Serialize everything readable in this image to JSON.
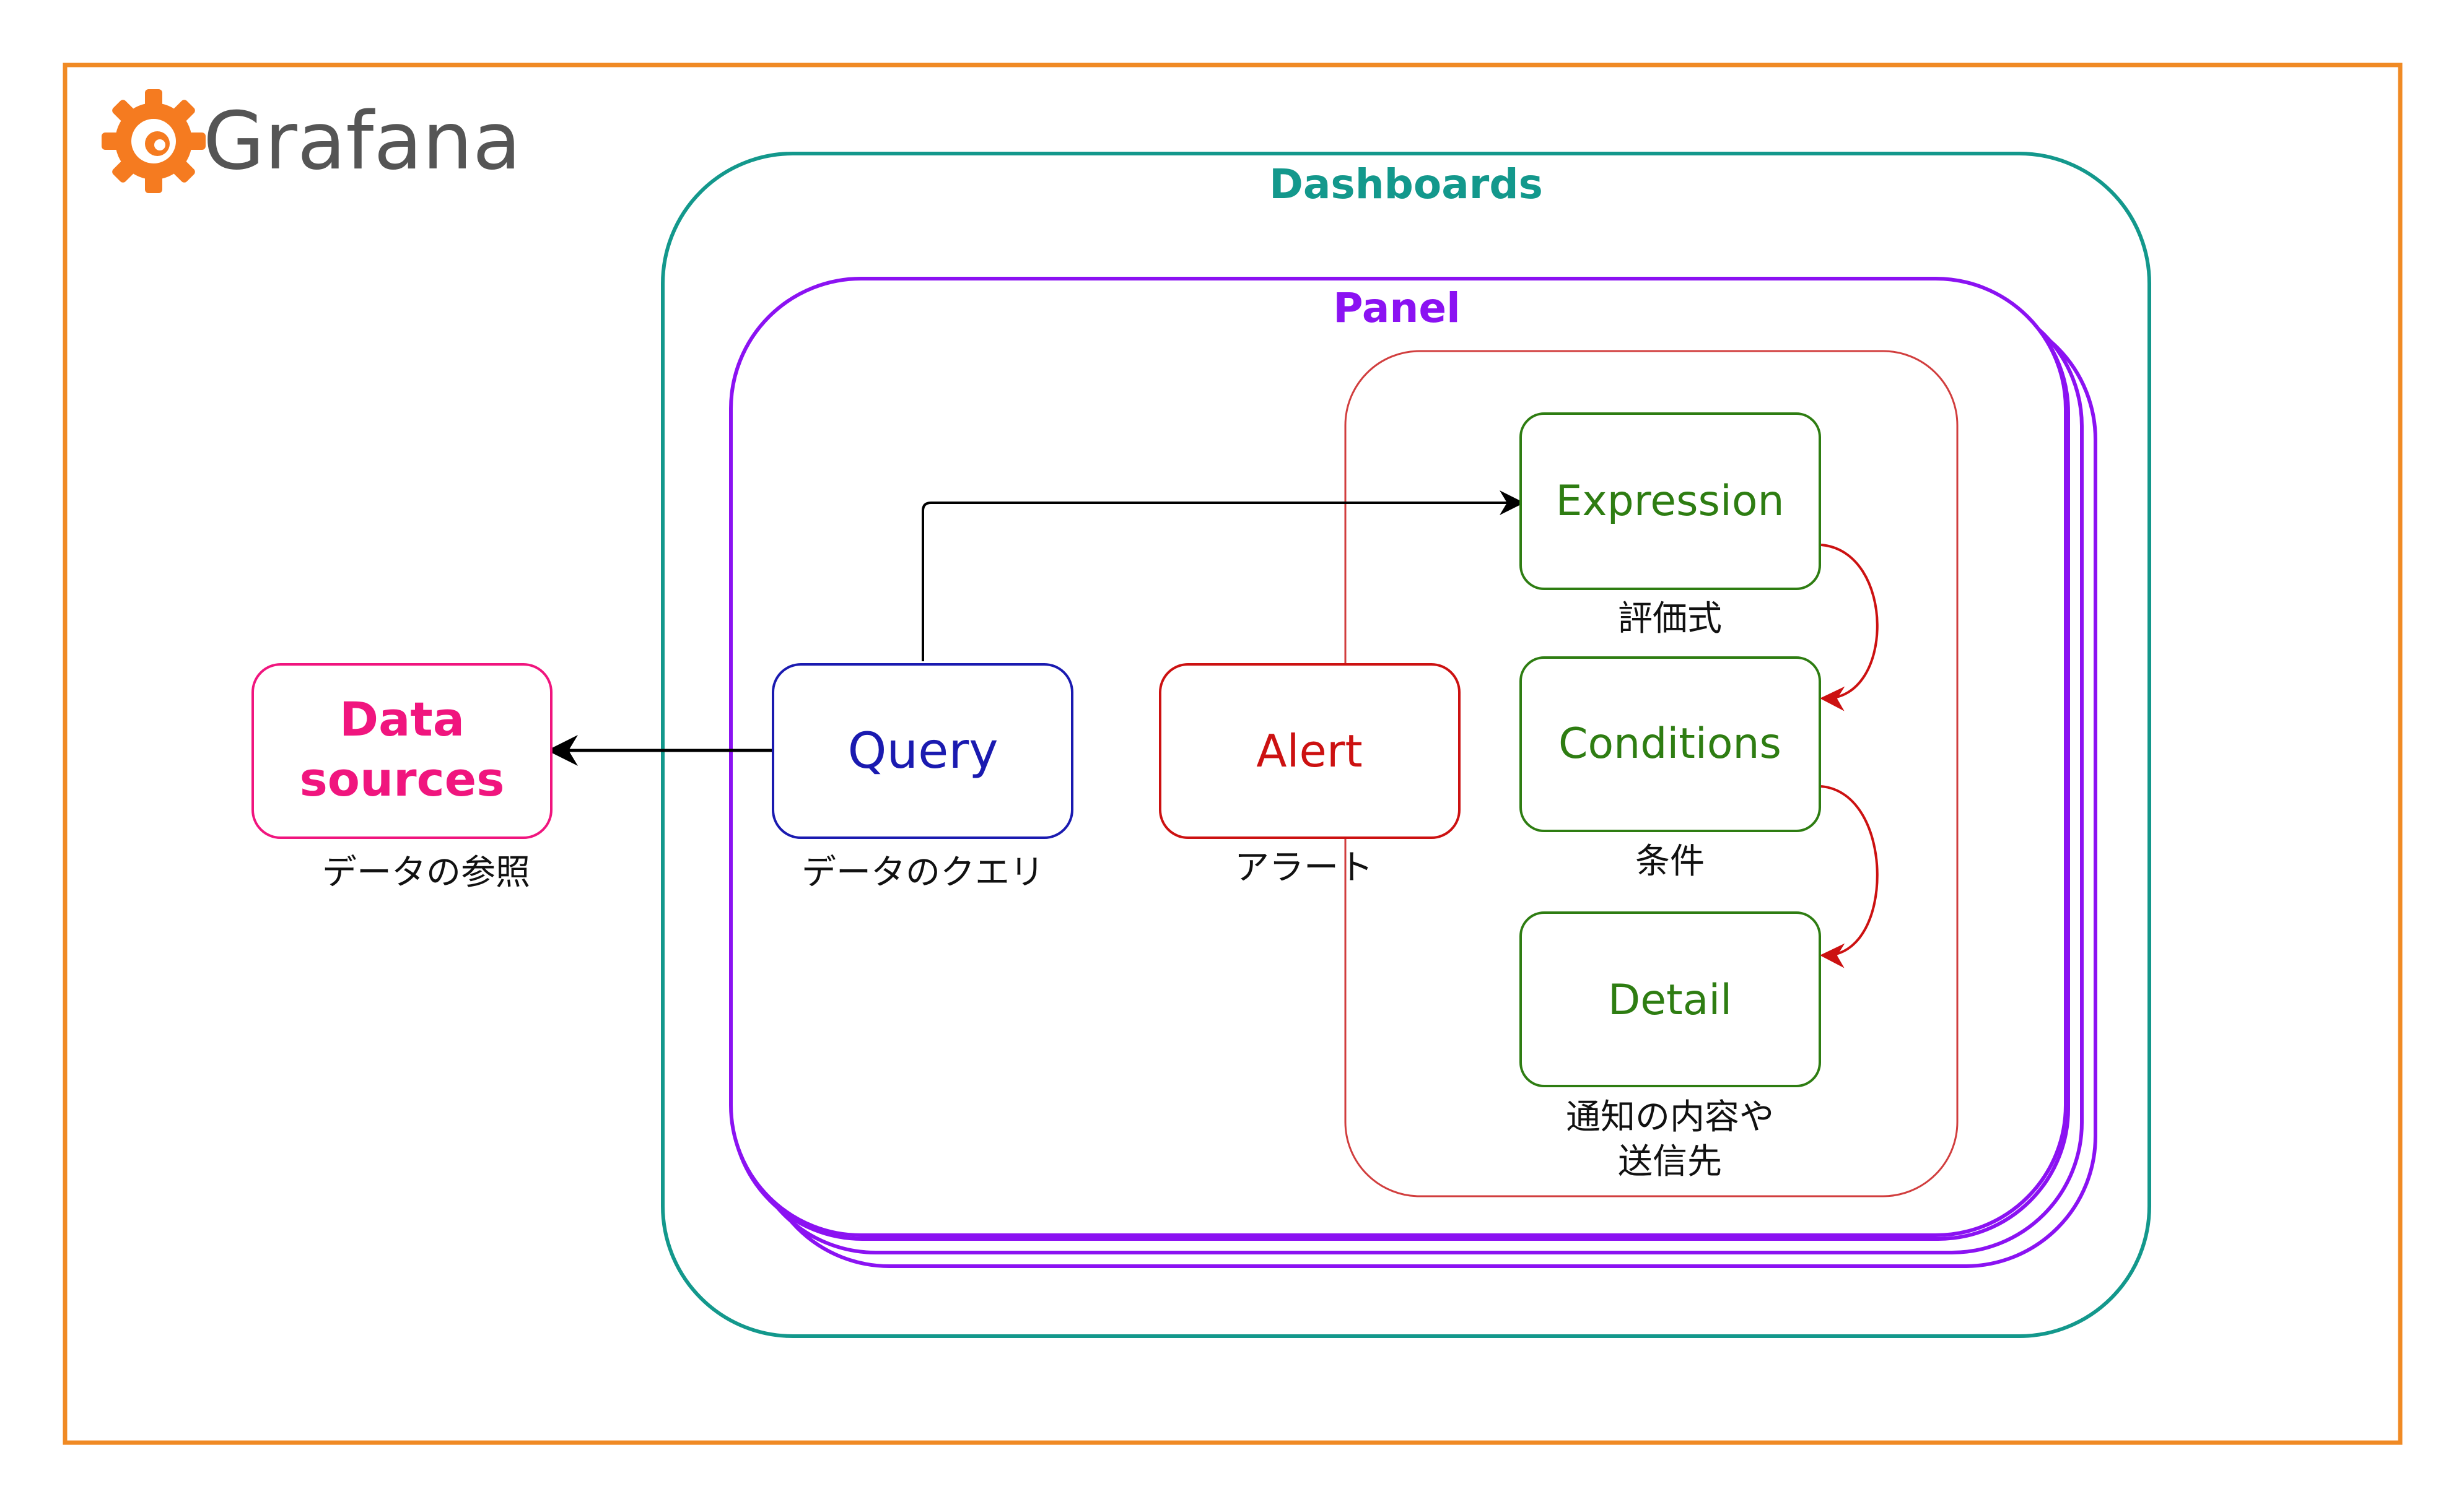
{
  "logo": {
    "text": "Grafana",
    "text_color": "#555555",
    "gear_color": "#F57B20"
  },
  "colors": {
    "outer_border": "#F08A24",
    "dashboards": "#13988C",
    "panel": "#8B12F2",
    "alert_group": "#D13E3E",
    "alert": "#CC1111",
    "query": "#1A1AB0",
    "datasources": "#F0157E",
    "green": "#2E7D12",
    "arrow": "#000000",
    "curve_arrow": "#CC1111"
  },
  "containers": {
    "dashboards_title": "Dashboards",
    "panel_title": "Panel"
  },
  "nodes": {
    "datasources": {
      "line1": "Data",
      "line2": "sources",
      "caption": "データの参照"
    },
    "query": {
      "label": "Query",
      "caption": "データのクエリ"
    },
    "alert": {
      "label": "Alert",
      "caption": "アラート"
    },
    "expression": {
      "label": "Expression",
      "caption": "評価式"
    },
    "conditions": {
      "label": "Conditions",
      "caption": "条件"
    },
    "detail": {
      "label": "Detail",
      "caption_line1": "通知の内容や",
      "caption_line2": "送信先"
    }
  }
}
